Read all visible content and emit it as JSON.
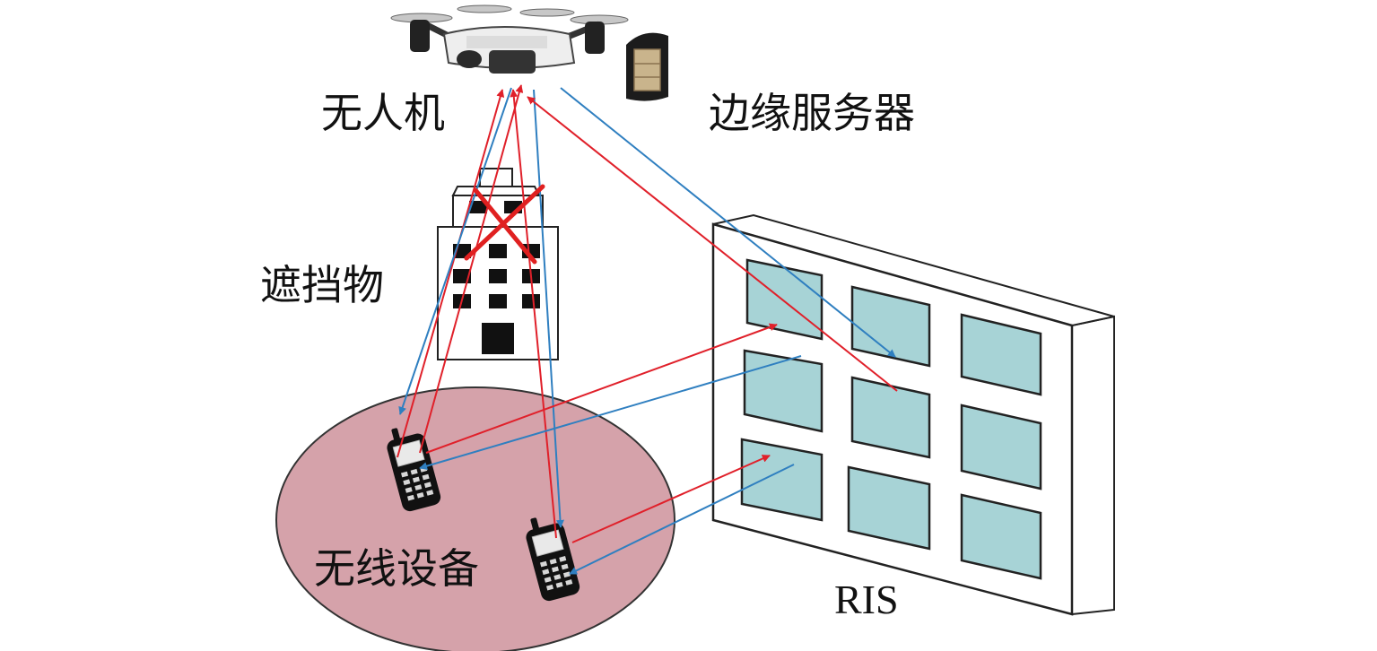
{
  "labels": {
    "uav": "无人机",
    "edge_server": "边缘服务器",
    "obstacle": "遮挡物",
    "wireless_devices": "无线设备",
    "ris": "RIS"
  },
  "colors": {
    "uplink_arrow": "#e0202a",
    "downlink_arrow": "#2f7fc0",
    "device_area": "#d5a2aa",
    "ris_element": "#a7d3d6",
    "blocked_mark": "#e02020"
  },
  "icons": [
    "drone-icon",
    "server-icon",
    "building-icon",
    "phone-icon",
    "blocked-cross-icon"
  ]
}
